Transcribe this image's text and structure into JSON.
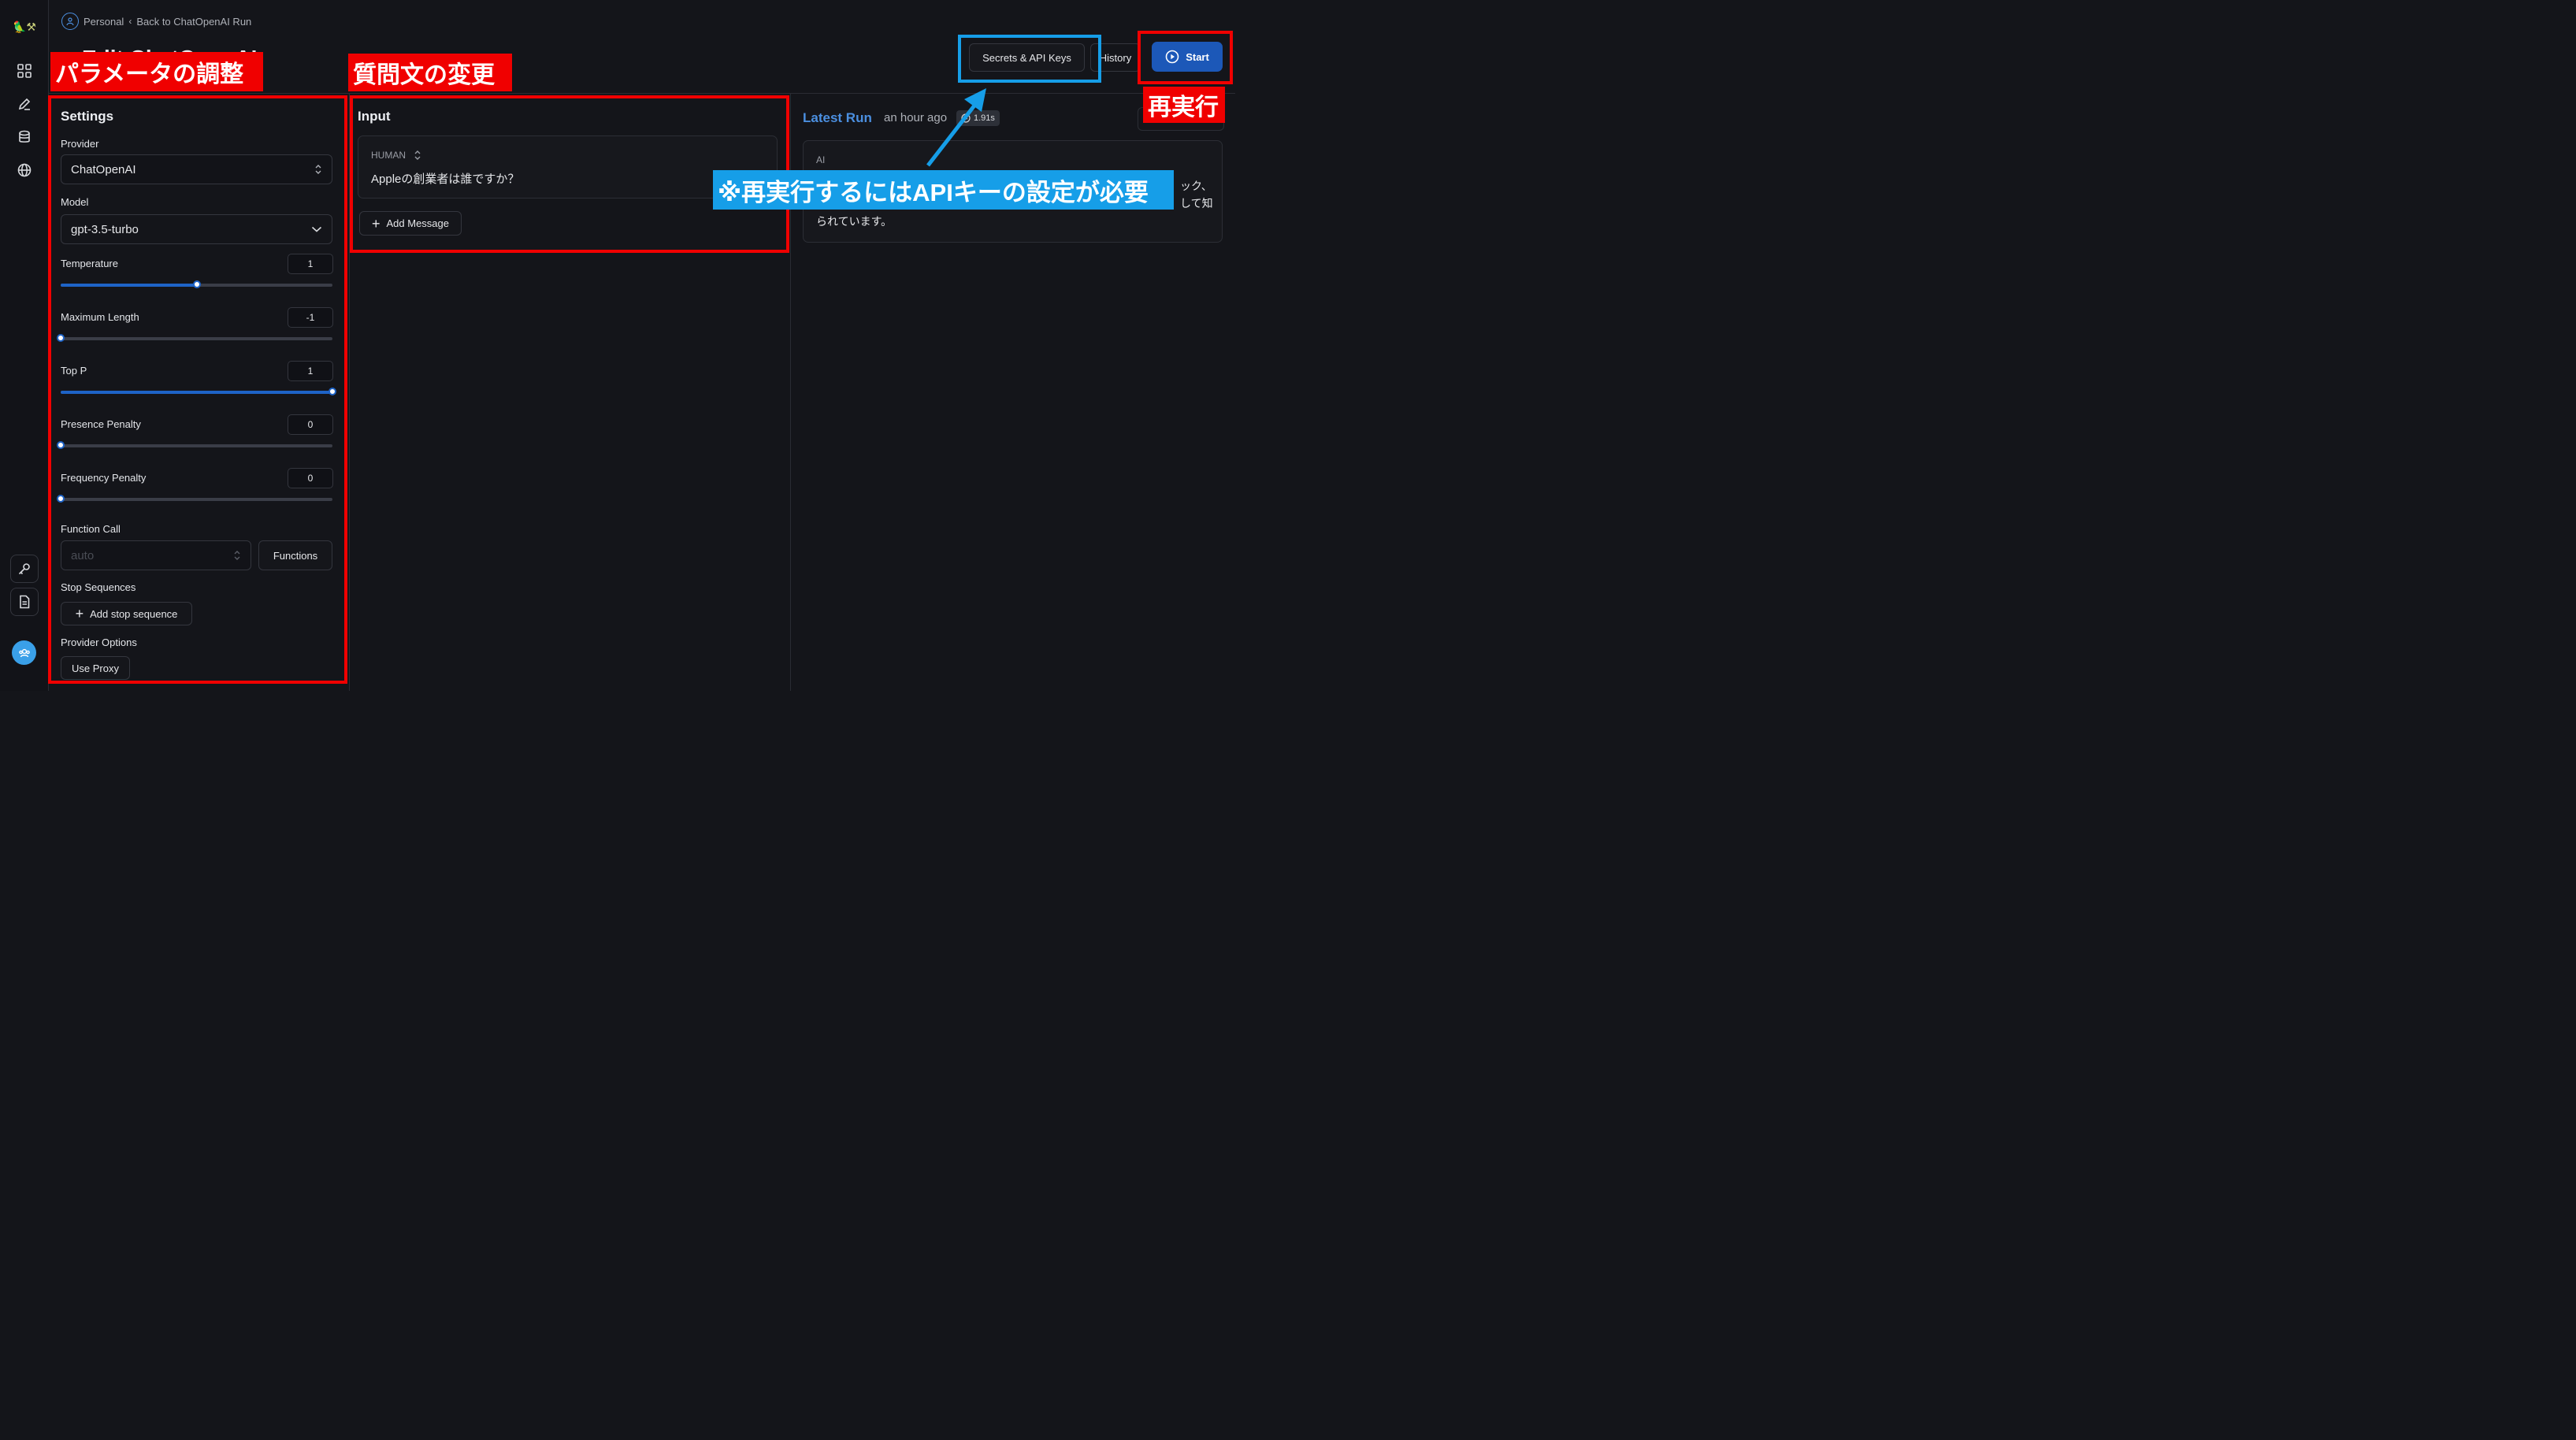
{
  "breadcrumb": {
    "workspace": "Personal",
    "back": "Back to ChatOpenAI Run"
  },
  "page": {
    "title": "Edit ChatOpenAI"
  },
  "header": {
    "secrets_label": "Secrets & API Keys",
    "history_label": "History",
    "start_label": "Start"
  },
  "settings": {
    "title": "Settings",
    "provider_label": "Provider",
    "provider_value": "ChatOpenAI",
    "model_label": "Model",
    "model_value": "gpt-3.5-turbo",
    "params": [
      {
        "label": "Temperature",
        "value": "1",
        "fraction": 0.5
      },
      {
        "label": "Maximum Length",
        "value": "-1",
        "fraction": 0
      },
      {
        "label": "Top P",
        "value": "1",
        "fraction": 1
      },
      {
        "label": "Presence Penalty",
        "value": "0",
        "fraction": 0
      },
      {
        "label": "Frequency Penalty",
        "value": "0",
        "fraction": 0
      }
    ],
    "function_call_label": "Function Call",
    "function_call_placeholder": "auto",
    "functions_button": "Functions",
    "stop_label": "Stop Sequences",
    "add_stop_button": "Add stop sequence",
    "provider_options_label": "Provider Options",
    "use_proxy_button": "Use Proxy"
  },
  "input": {
    "title": "Input",
    "role": "HUMAN",
    "message": "Appleの創業者は誰ですか？",
    "add_message_button": "Add Message"
  },
  "run": {
    "title": "Latest Run",
    "time": "an hour ago",
    "duration": "1.91s",
    "role": "AI",
    "output_fragment_1": "ック、",
    "output_fragment_2": "して知",
    "output_line_3": "られています。"
  },
  "annotations": {
    "params_label": "パラメータの調整",
    "question_label": "質問文の変更",
    "rerun_label": "再実行",
    "api_note": "※再実行するにはAPIキーの設定が必要"
  },
  "colors": {
    "annotation_red": "#f00000",
    "annotation_blue": "#169ee8",
    "accent": "#1c58b8",
    "link": "#4b8fe0"
  }
}
